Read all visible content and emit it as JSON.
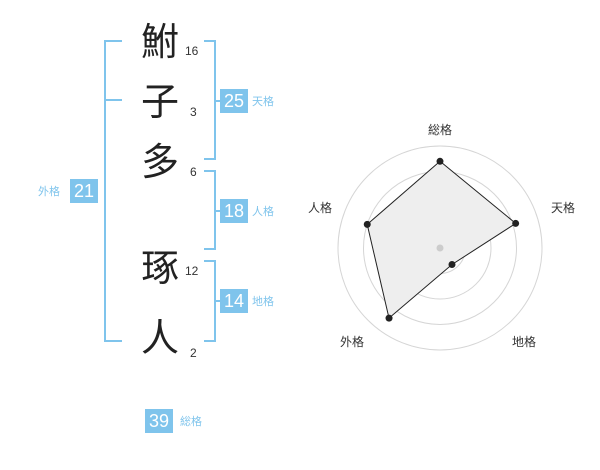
{
  "name_chars": [
    {
      "char": "鮒",
      "strokes": "16"
    },
    {
      "char": "子",
      "strokes": "3"
    },
    {
      "char": "多",
      "strokes": "6"
    },
    {
      "char": "琢",
      "strokes": "12"
    },
    {
      "char": "人",
      "strokes": "2"
    }
  ],
  "kakusu": {
    "tenkaku": {
      "value": "25",
      "label": "天格"
    },
    "jinkaku": {
      "value": "18",
      "label": "人格"
    },
    "chikaku": {
      "value": "14",
      "label": "地格"
    },
    "gaikaku": {
      "value": "21",
      "label": "外格"
    },
    "soukaku": {
      "value": "39",
      "label": "総格"
    }
  },
  "colors": {
    "accent": "#7fc4ec",
    "text": "#222222",
    "radar_fill": "#eeeeee"
  },
  "chart_data": {
    "type": "radar",
    "axes": [
      "総格",
      "天格",
      "地格",
      "外格",
      "人格"
    ],
    "values": [
      0.85,
      0.78,
      0.2,
      0.85,
      0.75
    ],
    "rings": 4,
    "grid": true
  }
}
